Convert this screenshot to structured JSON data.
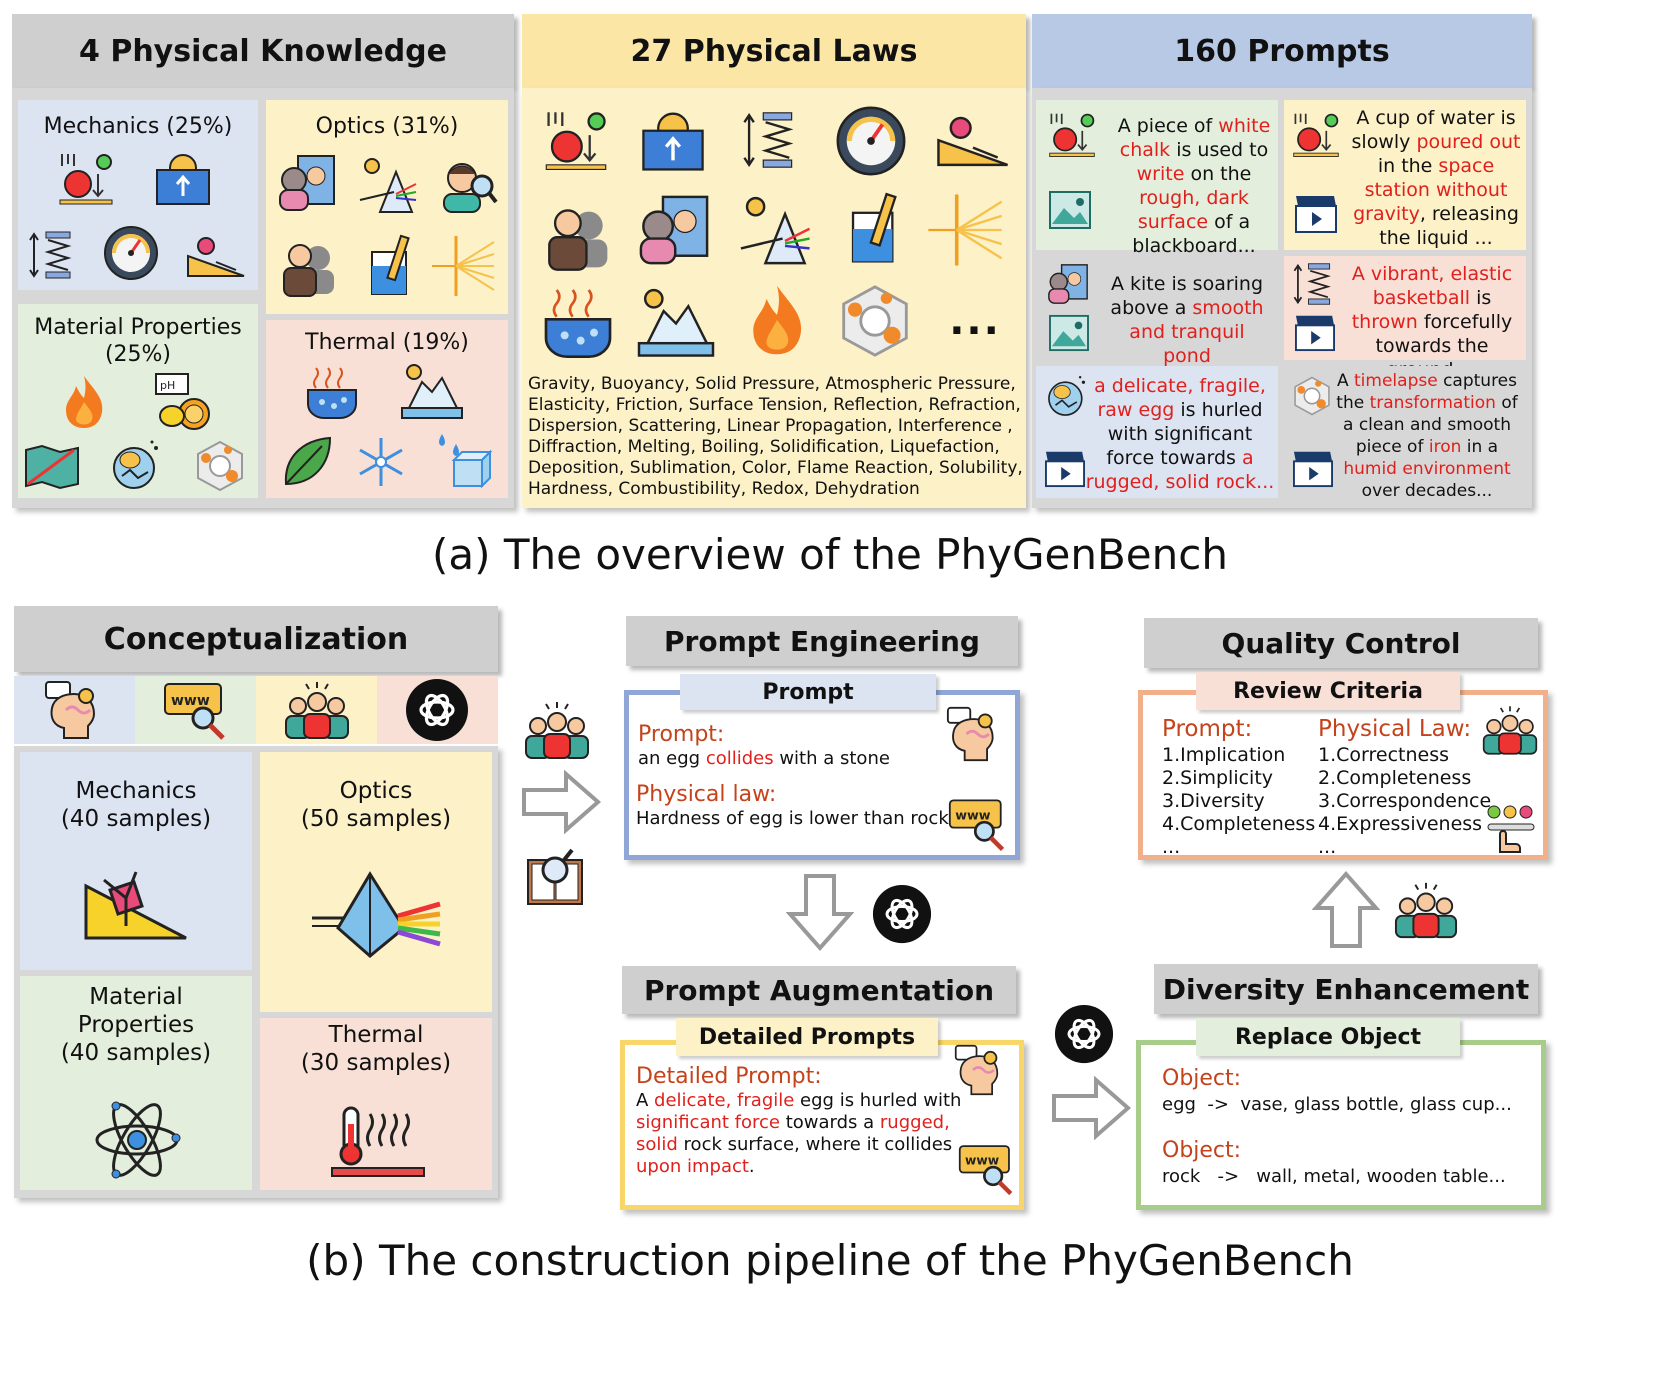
{
  "overview": {
    "knowledge": {
      "header": "4 Physical Knowledge",
      "mechanics": "Mechanics (25%)",
      "optics": "Optics (31%)",
      "material": "Material Properties (25%)",
      "thermal": "Thermal (19%)"
    },
    "laws": {
      "header": "27 Physical Laws",
      "ellipsis": "...",
      "list_lines": [
        "Gravity, Buoyancy, Solid Pressure, Atmospheric Pressure,",
        "Elasticity, Friction, Surface Tension, Reflection, Refraction,",
        "Dispersion, Scattering, Linear Propagation, Interference ,",
        "Diffraction, Melting, Boiling, Solidification, Liquefaction,",
        "Deposition, Sublimation, Color, Flame Reaction, Solubility,",
        "Hardness, Combustibility, Redox, Dehydration"
      ]
    },
    "prompts": {
      "header": "160 Prompts",
      "p1": [
        "A piece of ",
        "white chalk",
        " is used to ",
        "write",
        " on the ",
        "rough, dark surface",
        " of a blackboard..."
      ],
      "p2": [
        "A cup of water is slowly ",
        "poured out",
        " in the ",
        "space station without gravity",
        ", releasing the liquid ..."
      ],
      "p3": [
        "A kite is soaring above a ",
        "smooth and tranquil pond"
      ],
      "p4": [
        "A vibrant, elastic basketball",
        " is ",
        "thrown",
        " forcefully towards the ground ..."
      ],
      "p5": [
        "a delicate, fragile, raw egg",
        " is hurled with significant force towards ",
        "a rugged, solid rock..."
      ],
      "p6": [
        "A ",
        "timelapse",
        " captures the ",
        "transformation",
        " of a clean and smooth piece of ",
        "iron",
        " in a ",
        "humid environment",
        " over decades..."
      ]
    },
    "caption": "(a) The overview of the PhyGenBench"
  },
  "pipeline": {
    "conceptualization": {
      "header": "Conceptualization",
      "mechanics": "Mechanics",
      "mechanics_n": "(40 samples)",
      "optics": "Optics",
      "optics_n": "(50 samples)",
      "material_1": "Material",
      "material_2": "Properties",
      "material_n": "(40 samples)",
      "thermal": "Thermal",
      "thermal_n": "(30 samples)"
    },
    "prompt_engineering": {
      "header": "Prompt Engineering",
      "tab": "Prompt",
      "prompt_label": "Prompt:",
      "prompt_pre": "an egg ",
      "prompt_red": "collides",
      "prompt_post": " with a stone",
      "law_label": "Physical law:",
      "law_text": "Hardness of egg is lower than rock"
    },
    "prompt_augmentation": {
      "header": "Prompt Augmentation",
      "tab": "Detailed Prompts",
      "label": "Detailed Prompt:",
      "t1": "A ",
      "t2": "delicate, fragile",
      "t3": " egg is hurled with",
      "t4": "significant force",
      "t5": " towards a ",
      "t6": "rugged,",
      "t7": "solid",
      "t8": " rock surface, where it collides",
      "t9": "upon impact",
      "t10": "."
    },
    "quality_control": {
      "header": "Quality Control",
      "tab": "Review Criteria",
      "prompt_label": "Prompt:",
      "prompt_items": [
        "1.Implication",
        "2.Simplicity",
        "3.Diversity",
        "4.Completeness",
        "..."
      ],
      "law_label": "Physical Law:",
      "law_items": [
        "1.Correctness",
        "2.Completeness",
        "3.Correspondence",
        "4.Expressiveness",
        "..."
      ]
    },
    "diversity": {
      "header": "Diversity Enhancement",
      "tab": "Replace Object",
      "obj_label_1": "Object:",
      "obj_line_1": "egg  ->  vase, glass bottle, glass cup...",
      "obj_label_2": "Object:",
      "obj_line_2": "rock   ->   wall, metal, wooden table..."
    },
    "caption": "(b) The construction pipeline of the PhyGenBench"
  },
  "colors": {
    "blue_bg": "#dce4f2",
    "yellow_bg": "#fdf1c8",
    "green_bg": "#e4eedc",
    "pink_bg": "#f8e0d6",
    "gray_bg": "#d7d7d7",
    "red_text": "#e0201c",
    "orange_text": "#c4431a"
  }
}
